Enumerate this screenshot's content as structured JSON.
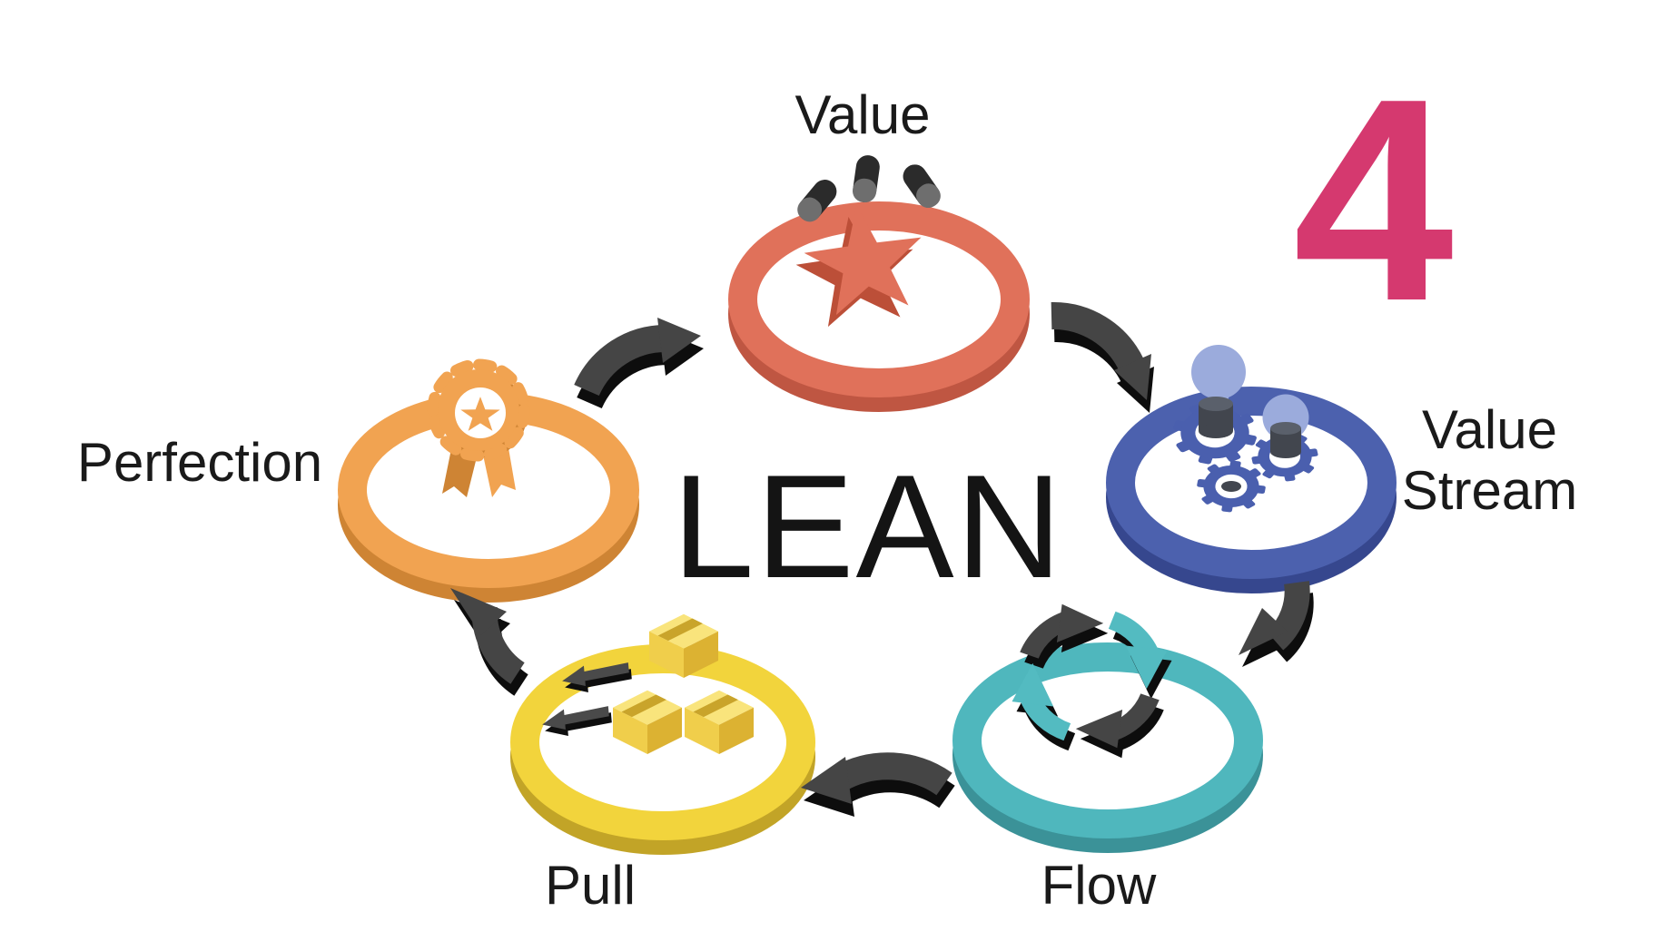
{
  "page": {
    "background": "#FFFFFF",
    "type": "lean-principles-cycle-infographic"
  },
  "diagram": {
    "center_title": "LEAN",
    "slide_number": "4",
    "slide_number_color": "#D5396F",
    "label_color": "#1A1A1A",
    "connector_color": "#3E3E3E",
    "connector_shadow_color": "#0D0D0D",
    "steps": [
      {
        "label": "Value",
        "color": "#E0715A",
        "color_dark": "#BF5642",
        "icon": "star-with-sparks-icon"
      },
      {
        "label": "Value Stream",
        "color": "#4C61AE",
        "color_dark": "#36478E",
        "icon": "gears-with-lightbulbs-icon"
      },
      {
        "label": "Flow",
        "color": "#4FB7BD",
        "color_dark": "#3B9298",
        "icon": "cycle-arrows-icon"
      },
      {
        "label": "Pull",
        "color": "#F2D43C",
        "color_dark": "#C2A427",
        "icon": "boxes-with-arrows-icon"
      },
      {
        "label": "Perfection",
        "color": "#F1A351",
        "color_dark": "#CE8434",
        "icon": "award-rosette-icon"
      }
    ],
    "connectors": [
      "perfection-to-value",
      "value-to-value-stream",
      "value-stream-to-flow",
      "flow-to-pull",
      "pull-to-perfection"
    ]
  }
}
